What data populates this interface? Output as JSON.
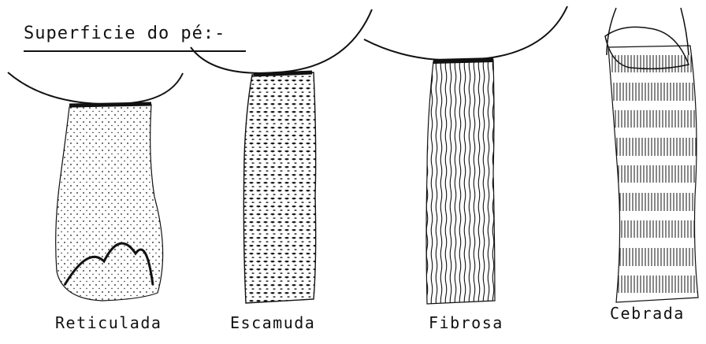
{
  "heading": {
    "text": "Superficie do pé:-"
  },
  "stems": [
    {
      "caption": "Reticulada"
    },
    {
      "caption": "Escamuda"
    },
    {
      "caption": "Fibrosa"
    },
    {
      "caption": "Cebrada"
    }
  ],
  "colors": {
    "ink": "#111111",
    "paper": "#ffffff"
  }
}
